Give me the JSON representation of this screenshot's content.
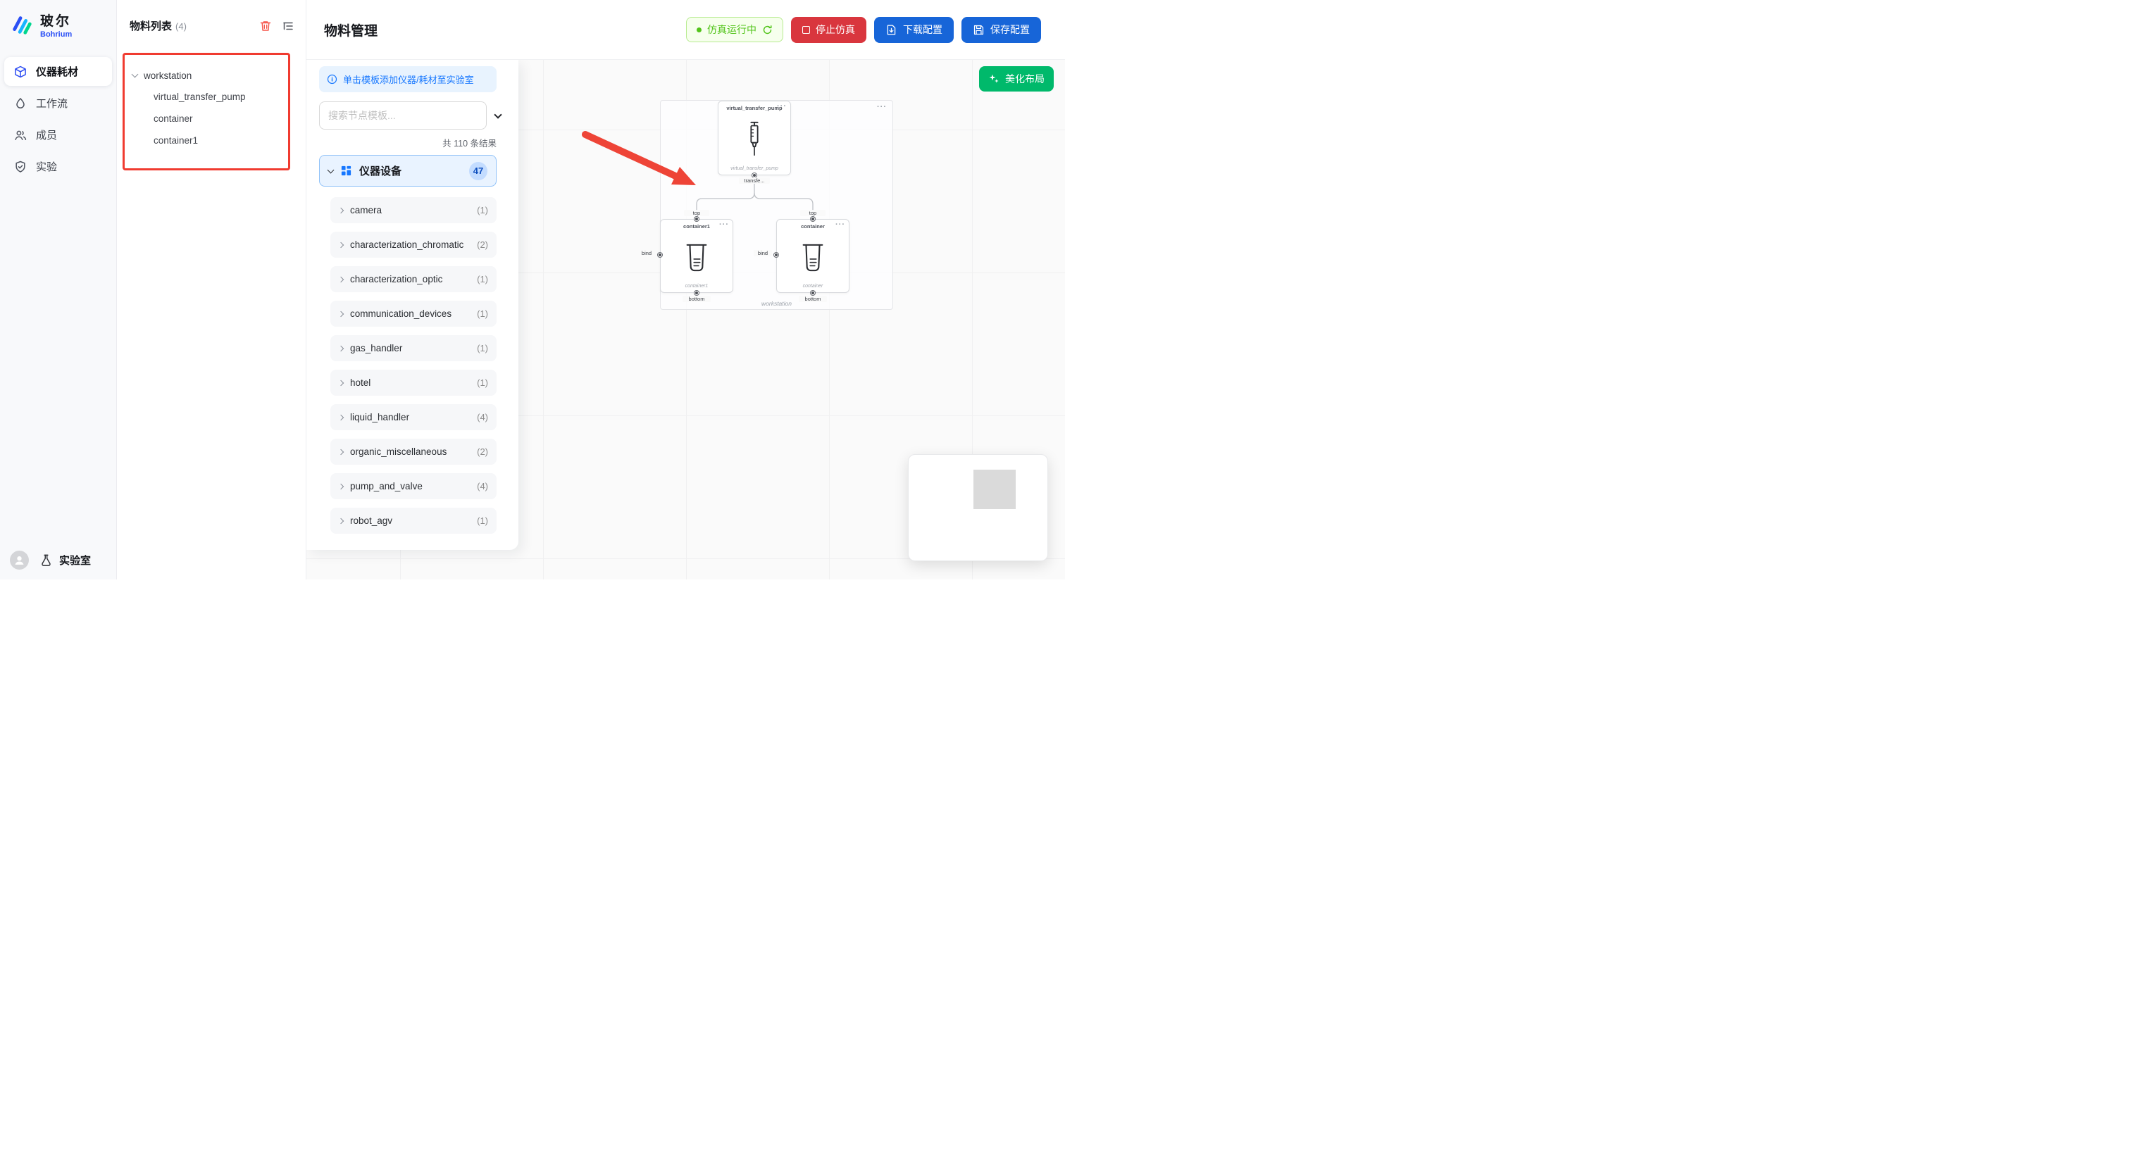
{
  "brand": {
    "name_cn": "玻尔",
    "name_en": "Bohrium"
  },
  "sidebar": {
    "items": [
      {
        "id": "instruments",
        "label": "仪器耗材",
        "icon": "cube-icon",
        "active": true
      },
      {
        "id": "workflow",
        "label": "工作流",
        "icon": "droplet-icon",
        "active": false
      },
      {
        "id": "members",
        "label": "成员",
        "icon": "members-icon",
        "active": false
      },
      {
        "id": "experiments",
        "label": "实验",
        "icon": "shield-icon",
        "active": false
      }
    ],
    "footer_label": "实验室"
  },
  "materials": {
    "title": "物料列表",
    "count": "(4)",
    "root": "workstation",
    "children": [
      "virtual_transfer_pump",
      "container",
      "container1"
    ]
  },
  "header": {
    "title": "物料管理",
    "status": "仿真运行中",
    "stop": "停止仿真",
    "download": "下载配置",
    "save": "保存配置"
  },
  "templates": {
    "banner": "单击模板添加仪器/耗材至实验室",
    "search_placeholder": "搜索节点模板...",
    "results": "共 110 条结果",
    "category_label": "仪器设备",
    "category_count": "47",
    "items": [
      {
        "label": "camera",
        "count": "(1)"
      },
      {
        "label": "characterization_chromatic",
        "count": "(2)"
      },
      {
        "label": "characterization_optic",
        "count": "(1)"
      },
      {
        "label": "communication_devices",
        "count": "(1)"
      },
      {
        "label": "gas_handler",
        "count": "(1)"
      },
      {
        "label": "hotel",
        "count": "(1)"
      },
      {
        "label": "liquid_handler",
        "count": "(4)"
      },
      {
        "label": "organic_miscellaneous",
        "count": "(2)"
      },
      {
        "label": "pump_and_valve",
        "count": "(4)"
      },
      {
        "label": "robot_agv",
        "count": "(1)"
      }
    ]
  },
  "canvas": {
    "beautify": "美化布局",
    "group_label": "workstation",
    "pump": {
      "title": "virtual_transfer_pump",
      "caption": "virtual_transfer_pump",
      "port": "transfe..."
    },
    "container_left": {
      "title": "container1",
      "caption": "container1"
    },
    "container_right": {
      "title": "container",
      "caption": "container"
    },
    "ports": {
      "top": "top",
      "bottom": "bottom",
      "bind": "bind"
    }
  },
  "colors": {
    "primary_blue": "#1765d8",
    "danger_red": "#d9363e",
    "success_green": "#00b96b",
    "status_green": "#52c41a",
    "annotation_red": "#ee4437"
  }
}
